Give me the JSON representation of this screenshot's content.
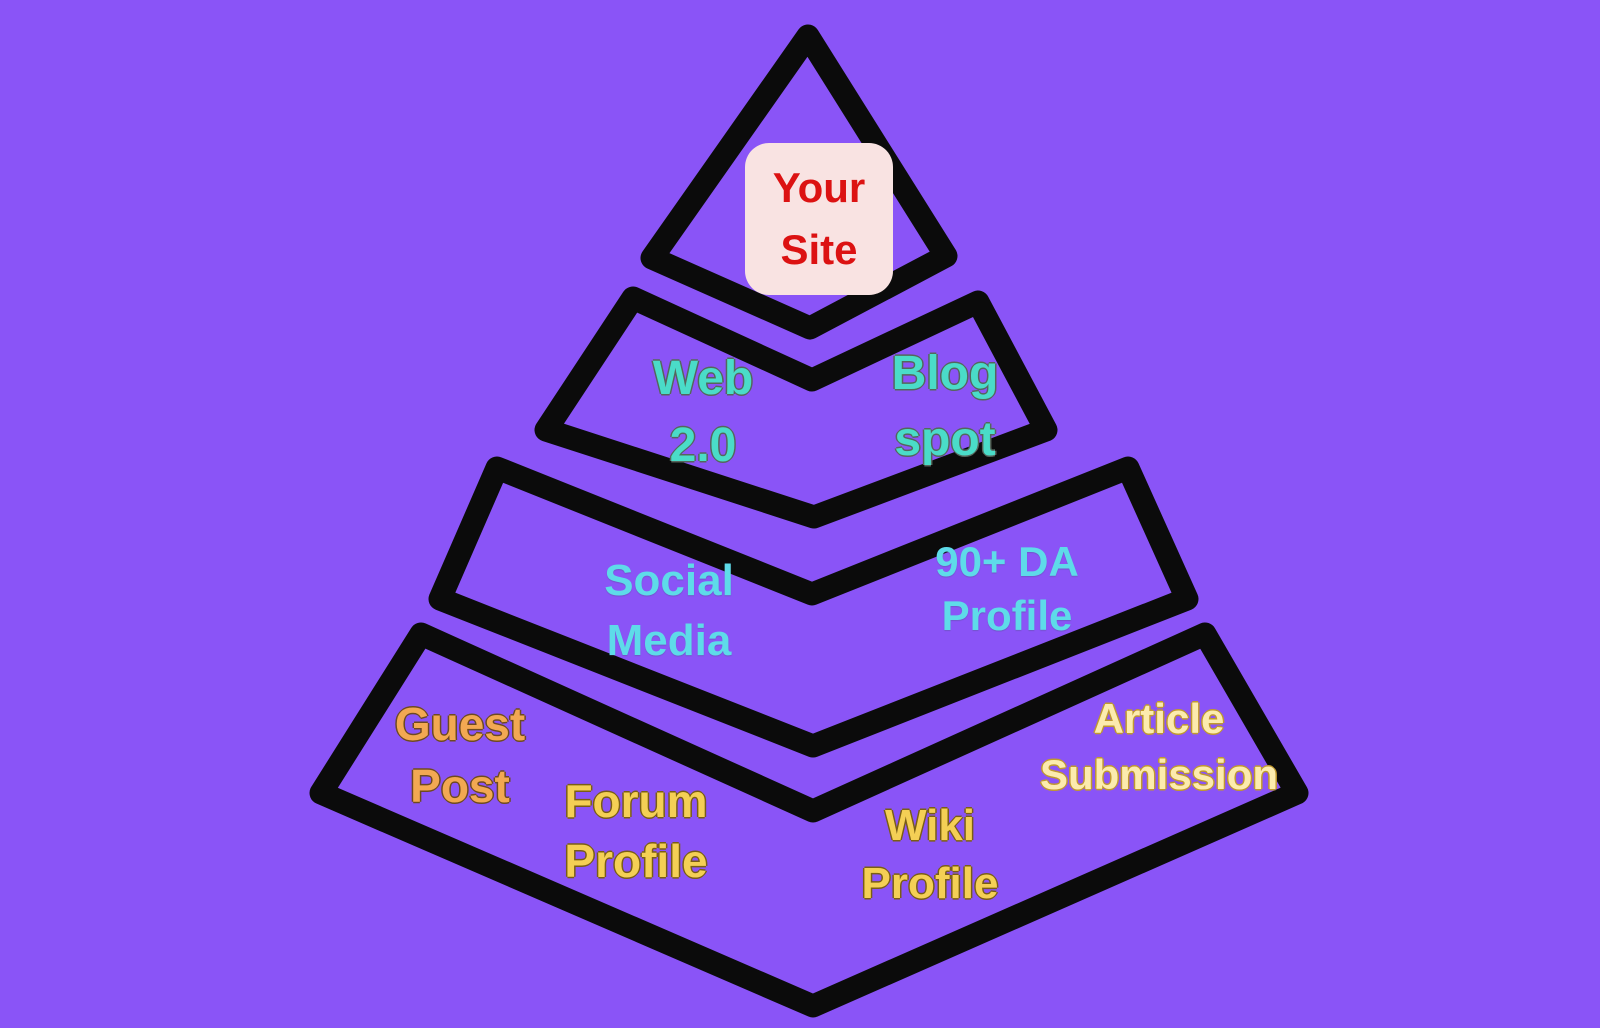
{
  "diagram": {
    "type": "seo-link-pyramid",
    "tier_count": 4,
    "tiers": [
      {
        "level": 1,
        "items": [
          "Your Site"
        ]
      },
      {
        "level": 2,
        "items": [
          "Web 2.0",
          "Blog spot"
        ]
      },
      {
        "level": 3,
        "items": [
          "Social Media",
          "90+ DA Profile"
        ]
      },
      {
        "level": 4,
        "items": [
          "Guest Post",
          "Forum Profile",
          "Wiki Profile",
          "Article Submission"
        ]
      }
    ]
  },
  "labels": {
    "your_site": {
      "line1": "Your",
      "line2": "Site"
    },
    "web20": {
      "line1": "Web",
      "line2": "2.0"
    },
    "blogspot": {
      "line1": "Blog",
      "line2": "spot"
    },
    "social_media": {
      "line1": "Social",
      "line2": "Media"
    },
    "da_profile": {
      "line1": "90+ DA",
      "line2": "Profile"
    },
    "guest_post": {
      "line1": "Guest",
      "line2": "Post"
    },
    "forum_profile": {
      "line1": "Forum",
      "line2": "Profile"
    },
    "wiki_profile": {
      "line1": "Wiki",
      "line2": "Profile"
    },
    "article_submission": {
      "line1": "Article",
      "line2": "Submission"
    }
  },
  "colors": {
    "background": "#8A54F7",
    "outline": "#0B0B0B",
    "your_site_card": "#F9E3E2",
    "your_site_text": "#DC1212",
    "tier2_text": "#4ADCC8",
    "tier3_text": "#5EDBE9",
    "guest_post_text": "#F2A852",
    "forum_wiki_text": "#F4CF55",
    "article_text": "#FCEBAE"
  }
}
